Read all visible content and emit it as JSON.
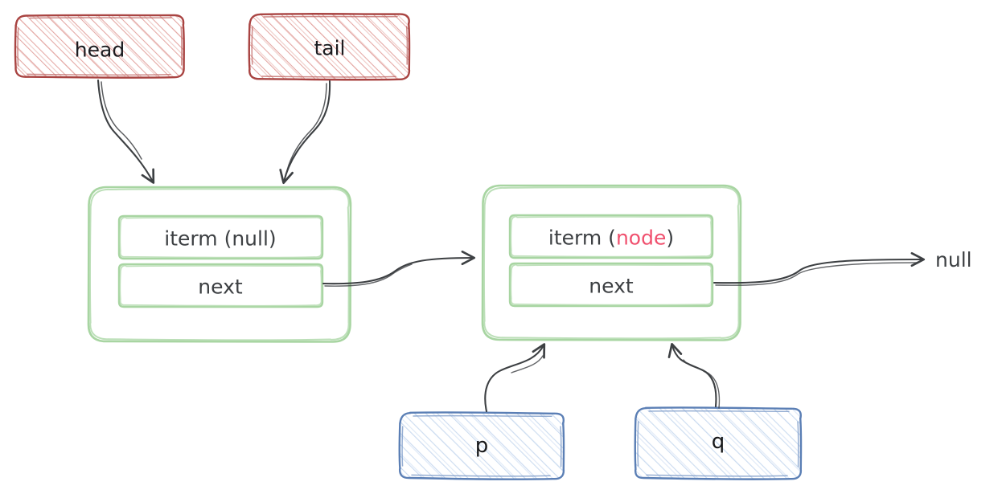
{
  "diagram": {
    "title": "Linked list: head, tail, p, q pointers",
    "type": "linked-list-pointer-diagram",
    "background": "#ffffff",
    "colors": {
      "pointer_box_stroke": "#a94442",
      "pointer_box_hatch": "#e8a9a6",
      "node_box_stroke": "#a8d5a2",
      "var_box_stroke": "#5b7fb5",
      "var_box_hatch": "#c3d4ec",
      "arrow": "#3d4043",
      "text": "#343a40",
      "accent_node": "#f0506e"
    }
  },
  "pointers": [
    {
      "id": "head",
      "label": "head"
    },
    {
      "id": "tail",
      "label": "tail"
    }
  ],
  "nodes": [
    {
      "id": "node1",
      "fields": [
        {
          "name": "iterm-field",
          "label": "iterm (null)",
          "prefix": "iterm (",
          "value": "null",
          "suffix": ")",
          "value_accent": false
        },
        {
          "name": "next-field",
          "label": "next"
        }
      ]
    },
    {
      "id": "node2",
      "fields": [
        {
          "name": "iterm-field",
          "label": "iterm (node)",
          "prefix": "iterm (",
          "value": "node",
          "suffix": ")",
          "value_accent": true
        },
        {
          "name": "next-field",
          "label": "next"
        }
      ]
    }
  ],
  "variables": [
    {
      "id": "p",
      "label": "p"
    },
    {
      "id": "q",
      "label": "q"
    }
  ],
  "terminator": {
    "label": "null"
  },
  "edges": [
    {
      "from": "head",
      "to": "node1",
      "style": "curved-arrow"
    },
    {
      "from": "tail",
      "to": "node1",
      "style": "curved-arrow"
    },
    {
      "from": "node1.next",
      "to": "node2",
      "style": "curved-arrow"
    },
    {
      "from": "node2.next",
      "to": "null",
      "style": "curved-arrow"
    },
    {
      "from": "p",
      "to": "node2",
      "style": "curved-arrow"
    },
    {
      "from": "q",
      "to": "node2",
      "style": "curved-arrow"
    }
  ]
}
